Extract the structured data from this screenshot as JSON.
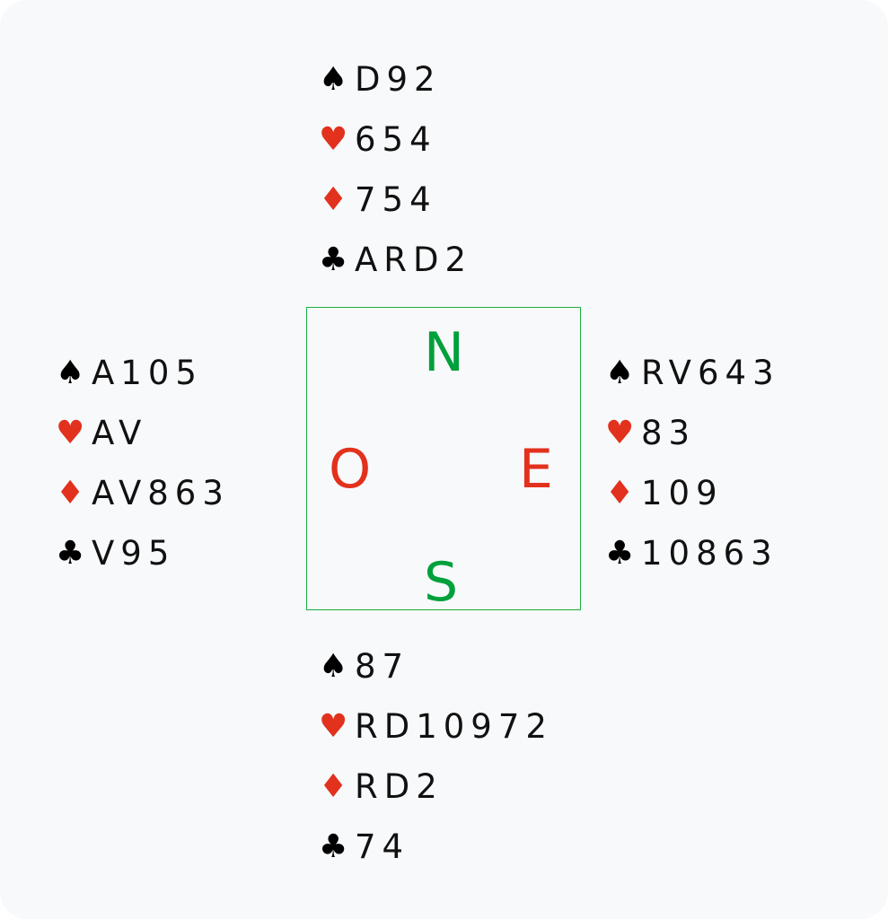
{
  "colors": {
    "red": "#e2311d",
    "black": "#000000",
    "green": "#00a03a",
    "box_border": "#1aae43",
    "background": "#f8f9fb"
  },
  "suits": {
    "spades": "♠",
    "hearts": "♥",
    "diamonds": "♦",
    "clubs": "♣"
  },
  "compass": {
    "north": "N",
    "south": "S",
    "west": "O",
    "east": "E"
  },
  "hands": {
    "north": {
      "spades": "D92",
      "hearts": "654",
      "diamonds": "754",
      "clubs": "ARD2"
    },
    "west": {
      "spades": "A105",
      "hearts": "AV",
      "diamonds": "AV863",
      "clubs": "V95"
    },
    "east": {
      "spades": "RV643",
      "hearts": "83",
      "diamonds": "109",
      "clubs": "10863"
    },
    "south": {
      "spades": "87",
      "hearts": "RD10972",
      "diamonds": "RD2",
      "clubs": "74"
    }
  }
}
